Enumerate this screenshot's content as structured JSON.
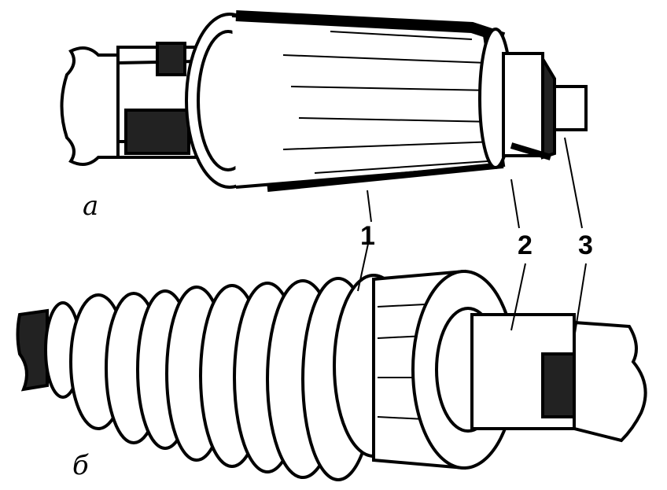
{
  "figure": {
    "panel_a": {
      "label": "а"
    },
    "panel_b": {
      "label": "б"
    },
    "callouts": [
      {
        "number": "1"
      },
      {
        "number": "2"
      },
      {
        "number": "3"
      }
    ]
  }
}
